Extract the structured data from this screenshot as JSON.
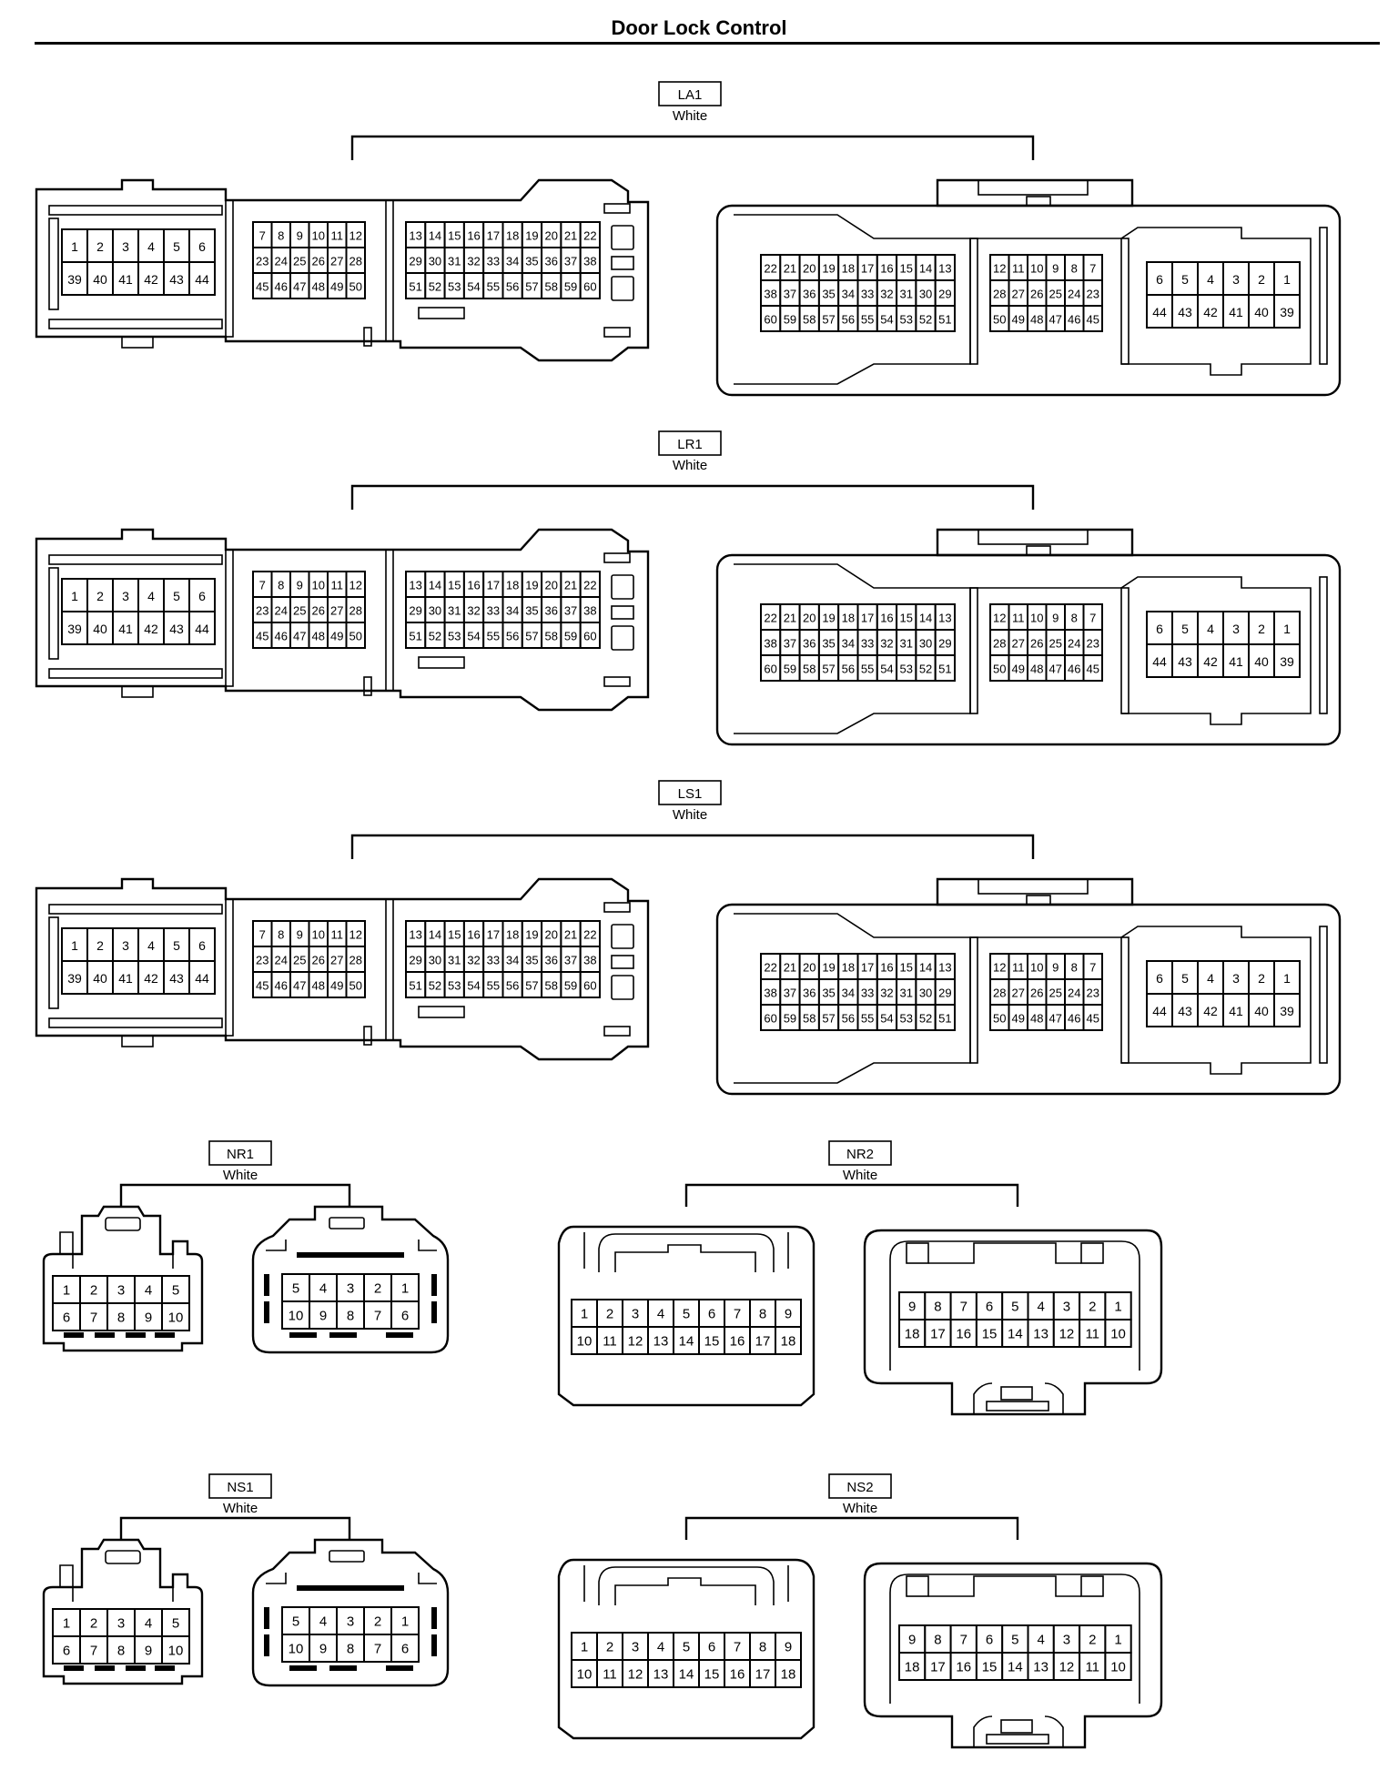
{
  "page": {
    "title": "Door Lock Control"
  },
  "connectors": [
    {
      "id": "LA1",
      "color": "White",
      "type": "large"
    },
    {
      "id": "LR1",
      "color": "White",
      "type": "large"
    },
    {
      "id": "LS1",
      "color": "White",
      "type": "large"
    },
    {
      "id": "NR1",
      "color": "White",
      "type": "small10"
    },
    {
      "id": "NR2",
      "color": "White",
      "type": "medium18"
    },
    {
      "id": "NS1",
      "color": "White",
      "type": "small10"
    },
    {
      "id": "NS2",
      "color": "White",
      "type": "medium18"
    }
  ],
  "pinouts": {
    "large_left": [
      [
        [
          "1",
          "2",
          "3",
          "4",
          "5",
          "6"
        ],
        [
          "39",
          "40",
          "41",
          "42",
          "43",
          "44"
        ]
      ],
      [
        [
          "7",
          "8",
          "9",
          "10",
          "11",
          "12"
        ],
        [
          "23",
          "24",
          "25",
          "26",
          "27",
          "28"
        ],
        [
          "45",
          "46",
          "47",
          "48",
          "49",
          "50"
        ]
      ],
      [
        [
          "13",
          "14",
          "15",
          "16",
          "17",
          "18",
          "19",
          "20",
          "21",
          "22"
        ],
        [
          "29",
          "30",
          "31",
          "32",
          "33",
          "34",
          "35",
          "36",
          "37",
          "38"
        ],
        [
          "51",
          "52",
          "53",
          "54",
          "55",
          "56",
          "57",
          "58",
          "59",
          "60"
        ]
      ]
    ],
    "large_right": [
      [
        [
          "22",
          "21",
          "20",
          "19",
          "18",
          "17",
          "16",
          "15",
          "14",
          "13"
        ],
        [
          "38",
          "37",
          "36",
          "35",
          "34",
          "33",
          "32",
          "31",
          "30",
          "29"
        ],
        [
          "60",
          "59",
          "58",
          "57",
          "56",
          "55",
          "54",
          "53",
          "52",
          "51"
        ]
      ],
      [
        [
          "12",
          "11",
          "10",
          "9",
          "8",
          "7"
        ],
        [
          "28",
          "27",
          "26",
          "25",
          "24",
          "23"
        ],
        [
          "50",
          "49",
          "48",
          "47",
          "46",
          "45"
        ]
      ],
      [
        [
          "6",
          "5",
          "4",
          "3",
          "2",
          "1"
        ],
        [
          "44",
          "43",
          "42",
          "41",
          "40",
          "39"
        ]
      ]
    ],
    "small10_left": [
      [
        "1",
        "2",
        "3",
        "4",
        "5"
      ],
      [
        "6",
        "7",
        "8",
        "9",
        "10"
      ]
    ],
    "small10_right": [
      [
        "5",
        "4",
        "3",
        "2",
        "1"
      ],
      [
        "10",
        "9",
        "8",
        "7",
        "6"
      ]
    ],
    "medium18_left": [
      [
        "1",
        "2",
        "3",
        "4",
        "5",
        "6",
        "7",
        "8",
        "9"
      ],
      [
        "10",
        "11",
        "12",
        "13",
        "14",
        "15",
        "16",
        "17",
        "18"
      ]
    ],
    "medium18_right": [
      [
        "9",
        "8",
        "7",
        "6",
        "5",
        "4",
        "3",
        "2",
        "1"
      ],
      [
        "18",
        "17",
        "16",
        "15",
        "14",
        "13",
        "12",
        "11",
        "10"
      ]
    ]
  }
}
